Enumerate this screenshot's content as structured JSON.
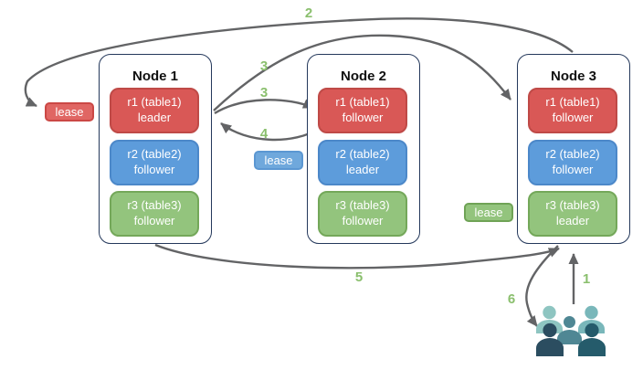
{
  "nodes": [
    {
      "title": "Node 1",
      "replicas": [
        {
          "range": "r1 (table1)",
          "role": "leader",
          "color": "#d95856"
        },
        {
          "range": "r2 (table2)",
          "role": "follower",
          "color": "#5d9cdb"
        },
        {
          "range": "r3 (table3)",
          "role": "follower",
          "color": "#93c47d"
        }
      ]
    },
    {
      "title": "Node 2",
      "replicas": [
        {
          "range": "r1 (table1)",
          "role": "follower",
          "color": "#d95856"
        },
        {
          "range": "r2 (table2)",
          "role": "leader",
          "color": "#5d9cdb"
        },
        {
          "range": "r3 (table3)",
          "role": "follower",
          "color": "#93c47d"
        }
      ]
    },
    {
      "title": "Node 3",
      "replicas": [
        {
          "range": "r1 (table1)",
          "role": "follower",
          "color": "#d95856"
        },
        {
          "range": "r2 (table2)",
          "role": "follower",
          "color": "#5d9cdb"
        },
        {
          "range": "r3 (table3)",
          "role": "leader",
          "color": "#93c47d"
        }
      ]
    }
  ],
  "leases": [
    {
      "label": "lease",
      "color": "#e06663",
      "near": "Node 1 r1 leader"
    },
    {
      "label": "lease",
      "color": "#6fa8dc",
      "near": "Node 2 r2 leader"
    },
    {
      "label": "lease",
      "color": "#93c47d",
      "near": "Node 3 r3 leader"
    }
  ],
  "flow_steps": [
    {
      "label": "1"
    },
    {
      "label": "2"
    },
    {
      "label": "3"
    },
    {
      "label": "3"
    },
    {
      "label": "4"
    },
    {
      "label": "5"
    },
    {
      "label": "6"
    }
  ],
  "icons": {
    "users": "users-icon"
  },
  "colors": {
    "arrow": "#636466",
    "step_label": "#8abf6d",
    "node_border": "#24385b",
    "replica_red": "#d95856",
    "replica_blue": "#5d9cdb",
    "replica_green": "#93c47d",
    "users_light_teal": "#8ec5c1",
    "users_teal": "#79b7ba",
    "users_slate": "#4f8794",
    "users_navy": "#2b4d60",
    "users_dark_teal": "#255b6b"
  }
}
